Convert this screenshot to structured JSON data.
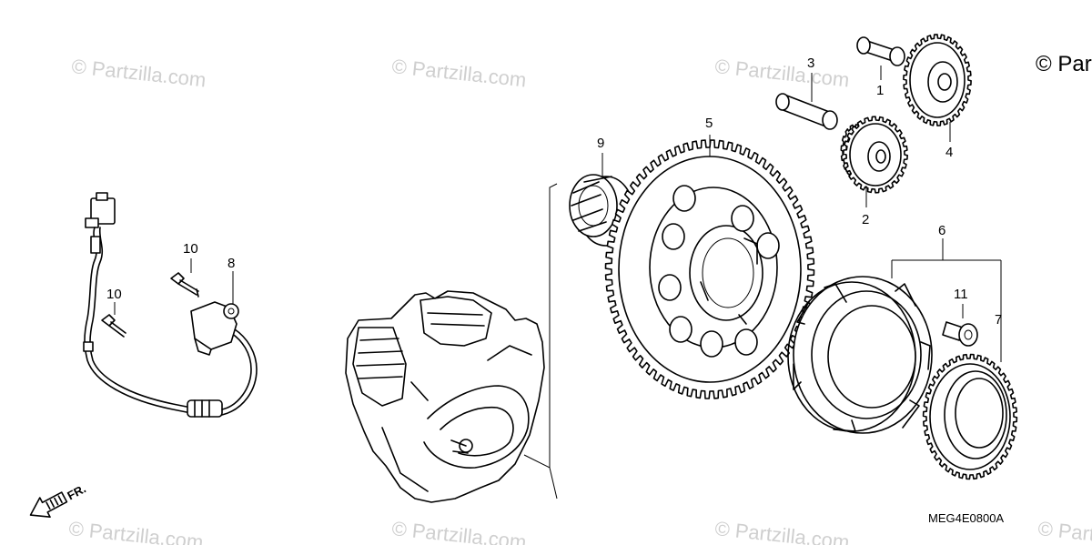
{
  "watermarks": [
    {
      "id": "wm1",
      "text": "© Partzilla.com"
    },
    {
      "id": "wm2",
      "text": "© Partzilla.com"
    },
    {
      "id": "wm3",
      "text": "© Partzilla.com"
    },
    {
      "id": "wm4",
      "text": "© Partzilla.com"
    },
    {
      "id": "wm5",
      "text": "© Partzilla.com"
    },
    {
      "id": "wm6",
      "text": "© Partzilla.com"
    },
    {
      "id": "wm7",
      "text": "© Partzilla.com"
    }
  ],
  "copyright_corner": "© Par",
  "diagram_code": "MEG4E0800A",
  "direction_label": "FR.",
  "callouts": {
    "c1": "1",
    "c2": "2",
    "c3": "3",
    "c4": "4",
    "c5": "5",
    "c6": "6",
    "c7": "7",
    "c8": "8",
    "c9": "9",
    "c10a": "10",
    "c10b": "10",
    "c11": "11"
  },
  "palette": {
    "ink": "#000000",
    "background": "#ffffff",
    "watermark": "#cfcfcf"
  }
}
